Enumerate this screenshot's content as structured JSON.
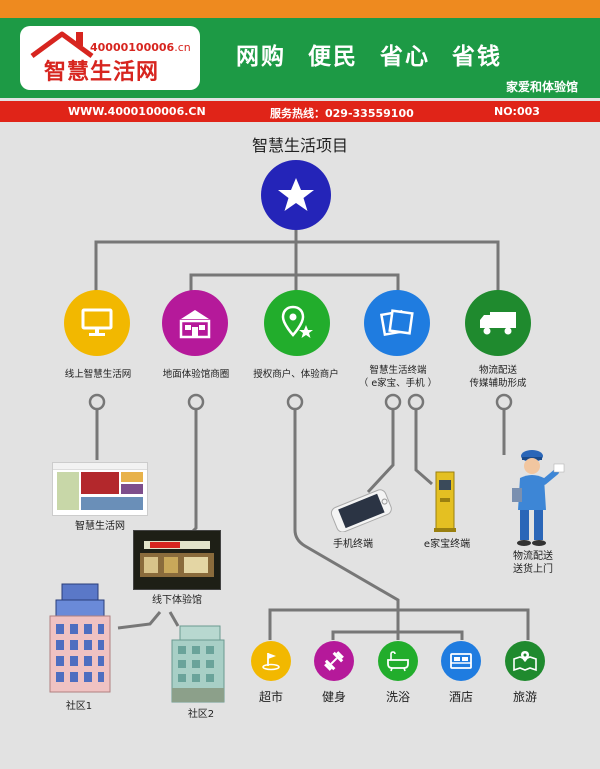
{
  "header": {
    "logo_url": "40000100006",
    "logo_url_suffix": ".cn",
    "logo_title": "智慧生活网",
    "slogan": "网购 便民 省心 省钱",
    "subslogan": "家爱和体验馆"
  },
  "info_bar": {
    "website": "WWW.4000100006.CN",
    "hotline": "服务热线：029-33559100",
    "number": "NO:003"
  },
  "diagram": {
    "title": "智慧生活项目",
    "root_icon": "star-icon",
    "branches": [
      {
        "label": "线上智慧生活网",
        "icon": "monitor-icon",
        "color": "#f2b800"
      },
      {
        "label": "地面体验馆商圈",
        "icon": "shop-icon",
        "color": "#b5199a"
      },
      {
        "label": "授权商户、体验商户",
        "icon": "map-pin-icon",
        "color": "#22ad2c"
      },
      {
        "label": "智慧生活终端",
        "label2": "（ e家宝、手机 ）",
        "icon": "photos-icon",
        "color": "#1f7ce0"
      },
      {
        "label": "物流配送",
        "label2": "传媒辅助形成",
        "icon": "truck-icon",
        "color": "#1f8a2e"
      }
    ],
    "items": {
      "website": "智慧生活网",
      "store": "线下体验馆",
      "phone": "手机终端",
      "kiosk": "e家宝终端",
      "delivery": "物流配送",
      "delivery2": "送货上门",
      "community1": "社区1",
      "community2": "社区2"
    },
    "services": [
      {
        "label": "超市",
        "icon": "golf-icon",
        "color": "#f2b800"
      },
      {
        "label": "健身",
        "icon": "dumbbell-icon",
        "color": "#b5199a"
      },
      {
        "label": "洗浴",
        "icon": "bathtub-icon",
        "color": "#22ad2c"
      },
      {
        "label": "酒店",
        "icon": "bed-icon",
        "color": "#1f7ce0"
      },
      {
        "label": "旅游",
        "icon": "map-icon",
        "color": "#1f8a2e"
      }
    ]
  }
}
